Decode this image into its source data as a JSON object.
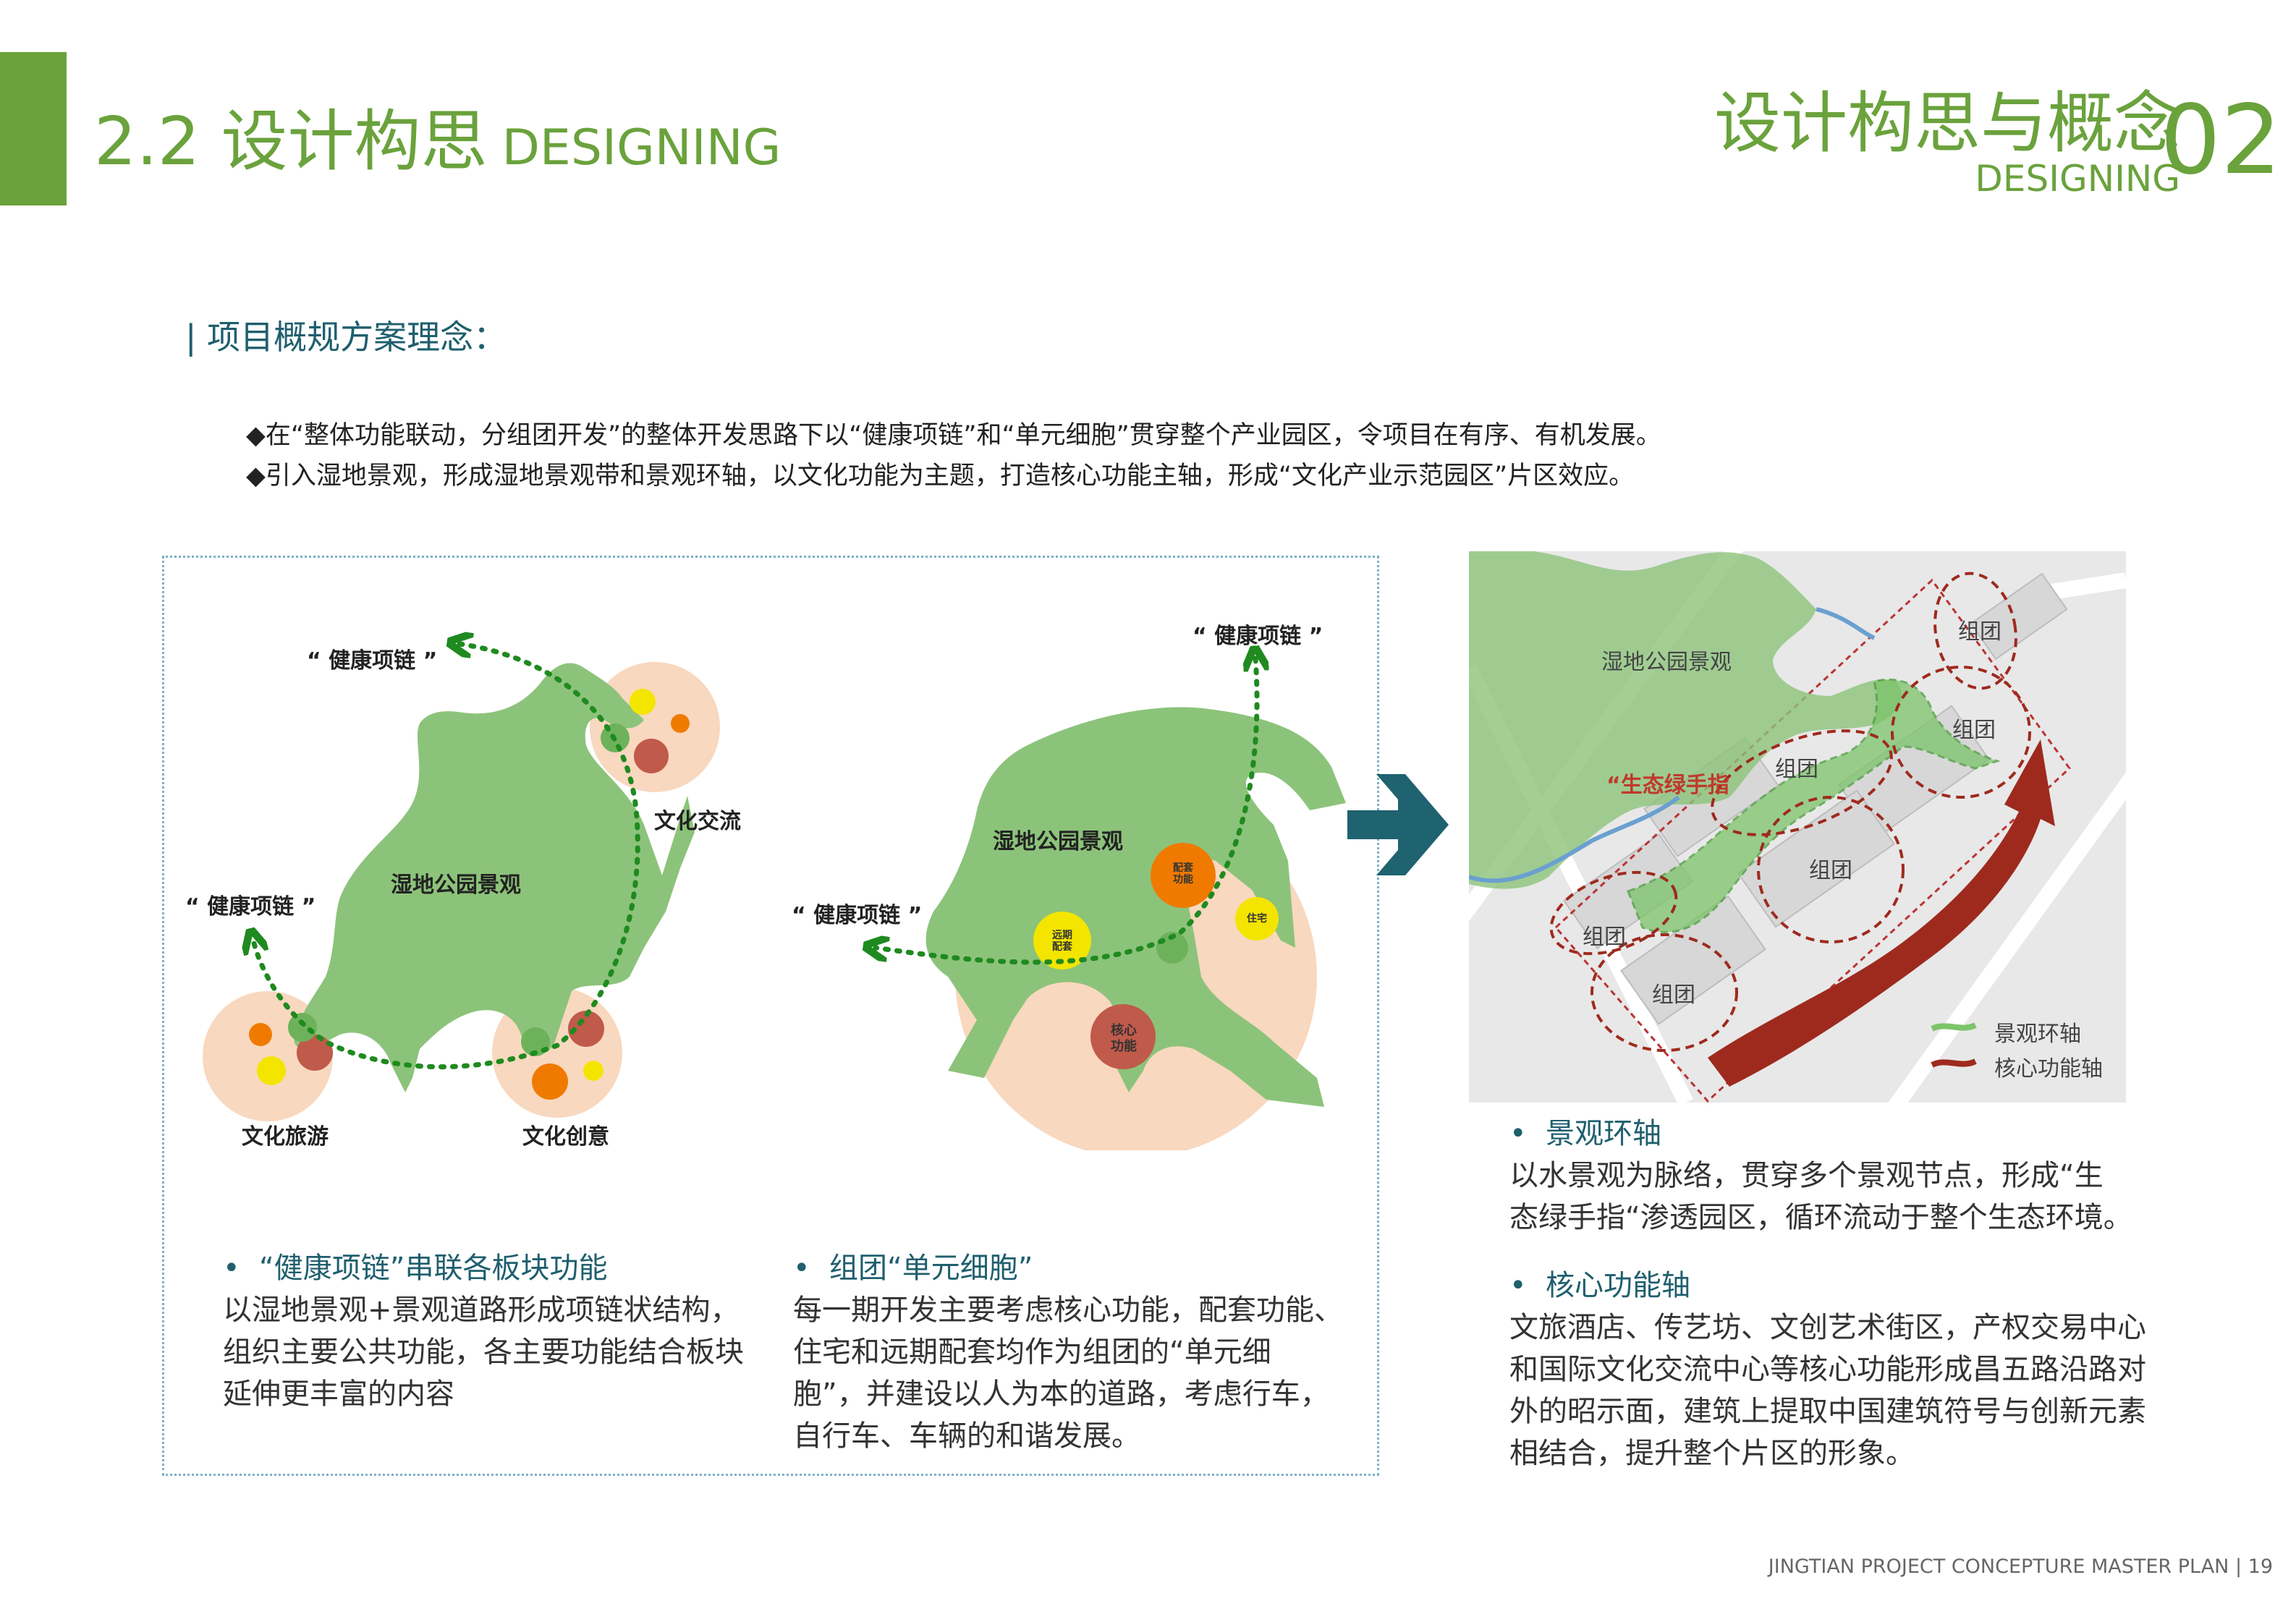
{
  "header": {
    "title_cn": "2.2 设计构思",
    "title_en": "DESIGNING",
    "section_cn": "设计构思与概念",
    "section_en": "DESIGNING",
    "section_num": "02"
  },
  "subtitle": "| 项目概规方案理念：",
  "bullets": [
    "◆在“整体功能联动，分组团开发”的整体开发思路下以“健康项链”和“单元细胞”贯穿整个产业园区，令项目在有序、有机发展。",
    "◆引入湿地景观，形成湿地景观带和景观环轴，以文化功能为主题，打造核心功能主轴，形成“文化产业示范园区”片区效应。"
  ],
  "diagram1": {
    "chain_label_top": "“ 健康项链 ”",
    "chain_label_left": "“ 健康项链 ”",
    "wetland": "湿地公园景观",
    "cluster_a": "文化交流",
    "cluster_b": "文化旅游",
    "cluster_c": "文化创意"
  },
  "diagram2": {
    "chain_label_top": "“ 健康项链 ”",
    "chain_label_left": "“ 健康项链 ”",
    "wetland": "湿地公园景观",
    "cell_support": "配套\n功能",
    "cell_far": "远期\n配套",
    "cell_res": "住宅",
    "cell_core": "核心\n功能"
  },
  "map": {
    "wetland": "湿地公园景观",
    "finger": "“生态绿手指",
    "group": "组团",
    "legend_landscape": "景观环轴",
    "legend_core": "核心功能轴"
  },
  "descriptions": {
    "d1": {
      "bullet": "•",
      "head": "“健康项链”串联各板块功能",
      "lines": [
        "以湿地景观+景观道路形成项链状结构，",
        "组织主要公共功能，各主要功能结合板块",
        "延伸更丰富的内容"
      ]
    },
    "d2": {
      "bullet": "•",
      "head": "组团“单元细胞”",
      "lines": [
        "每一期开发主要考虑核心功能，配套功能、",
        "住宅和远期配套均作为组团的“单元细",
        "胞”，并建设以人为本的道路，考虑行车，",
        "自行车、车辆的和谐发展。"
      ]
    },
    "d3": {
      "bullet": "•",
      "head": "景观环轴",
      "lines": [
        "以水景观为脉络，贯穿多个景观节点，形成“生",
        "态绿手指“渗透园区，循环流动于整个生态环境。"
      ]
    },
    "d4": {
      "bullet": "•",
      "head": "核心功能轴",
      "lines": [
        "文旅酒店、传艺坊、文创艺术街区，产权交易中心",
        "和国际文化交流中心等核心功能形成昌五路沿路对",
        "外的昭示面，建筑上提取中国建筑符号与创新元素",
        "相结合，提升整个片区的形象。"
      ]
    }
  },
  "footer": "JINGTIAN PROJECT CONCEPTURE MASTER PLAN | 19",
  "colors": {
    "accent_green": "#6aa23c",
    "blob_green": "#8cc37a",
    "cluster_peach": "#f8d8bf",
    "chain_green": "#1f8a1f",
    "core_red": "#9e2a1e",
    "teal": "#1f5f6e"
  }
}
